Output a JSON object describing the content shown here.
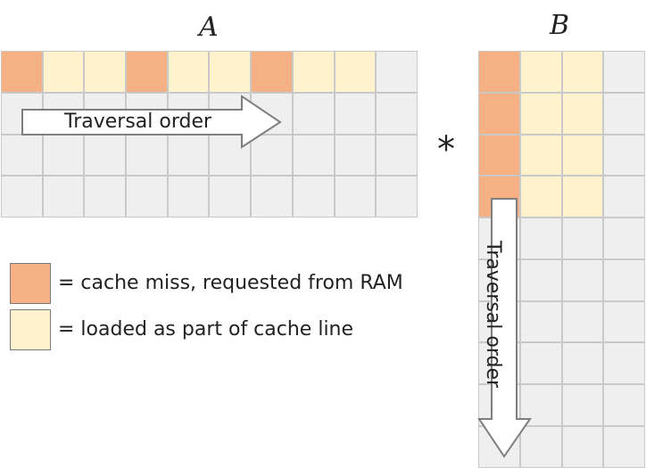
{
  "colors": {
    "miss": "#f5b183",
    "loaded": "#fff2cc",
    "empty": "#efefef"
  },
  "matrix_a": {
    "label": "A",
    "rows": [
      [
        "miss",
        "loaded",
        "loaded",
        "miss",
        "loaded",
        "loaded",
        "miss",
        "loaded",
        "loaded",
        "empty"
      ],
      [
        "empty",
        "empty",
        "empty",
        "empty",
        "empty",
        "empty",
        "empty",
        "empty",
        "empty",
        "empty"
      ],
      [
        "empty",
        "empty",
        "empty",
        "empty",
        "empty",
        "empty",
        "empty",
        "empty",
        "empty",
        "empty"
      ],
      [
        "empty",
        "empty",
        "empty",
        "empty",
        "empty",
        "empty",
        "empty",
        "empty",
        "empty",
        "empty"
      ]
    ],
    "arrow_label": "Traversal order"
  },
  "operator": "*",
  "matrix_b": {
    "label": "B",
    "rows": [
      [
        "miss",
        "loaded",
        "loaded",
        "empty"
      ],
      [
        "miss",
        "loaded",
        "loaded",
        "empty"
      ],
      [
        "miss",
        "loaded",
        "loaded",
        "empty"
      ],
      [
        "miss",
        "loaded",
        "loaded",
        "empty"
      ],
      [
        "empty",
        "empty",
        "empty",
        "empty"
      ],
      [
        "empty",
        "empty",
        "empty",
        "empty"
      ],
      [
        "empty",
        "empty",
        "empty",
        "empty"
      ],
      [
        "empty",
        "empty",
        "empty",
        "empty"
      ],
      [
        "empty",
        "empty",
        "empty",
        "empty"
      ],
      [
        "empty",
        "empty",
        "empty",
        "empty"
      ]
    ],
    "arrow_label": "Traversal order"
  },
  "legend": {
    "miss_text": "= cache miss, requested from RAM",
    "loaded_text": "= loaded as part of cache line"
  }
}
